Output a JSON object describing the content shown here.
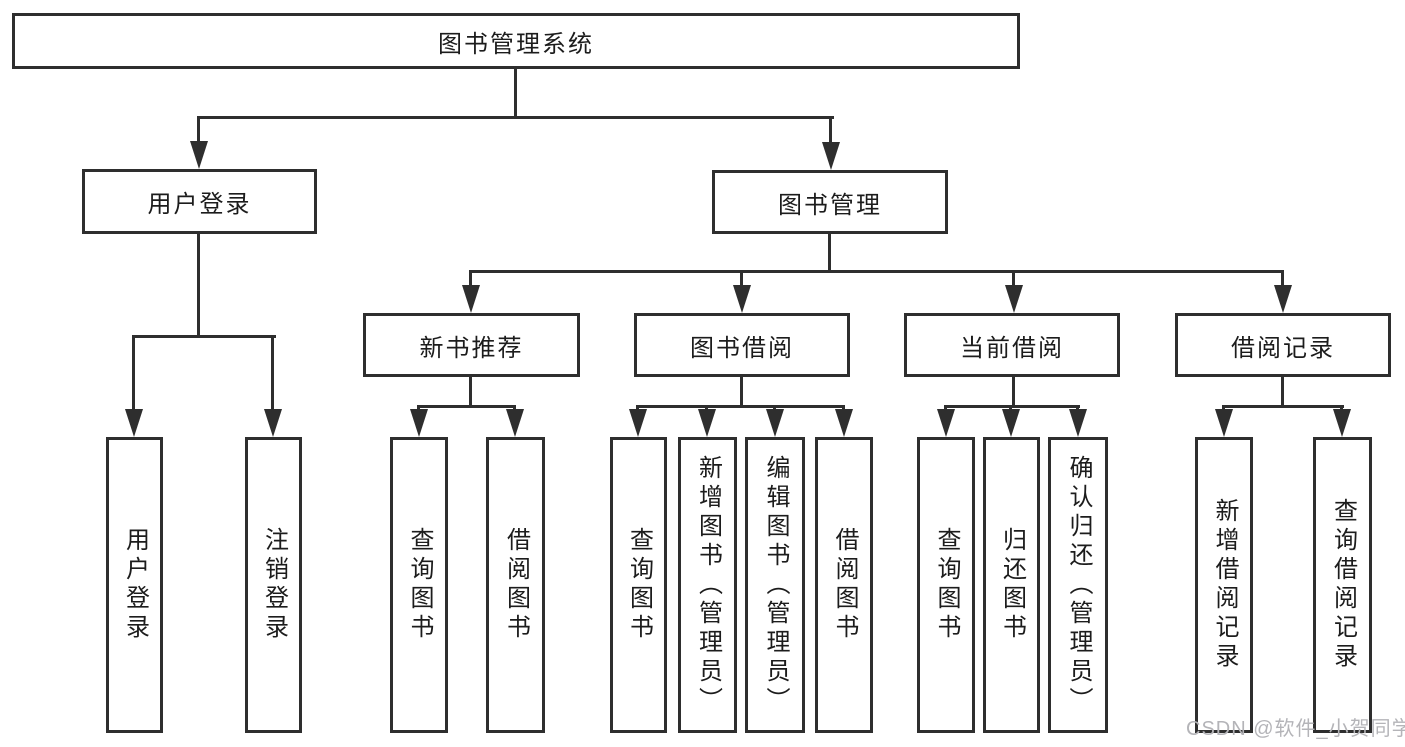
{
  "tree": {
    "root": {
      "label": "图书管理系统",
      "children": [
        {
          "label": "用户登录",
          "children": [
            {
              "label": "用户登录"
            },
            {
              "label": "注销登录"
            }
          ]
        },
        {
          "label": "图书管理",
          "children": [
            {
              "label": "新书推荐",
              "children": [
                {
                  "label": "查询图书"
                },
                {
                  "label": "借阅图书"
                }
              ]
            },
            {
              "label": "图书借阅",
              "children": [
                {
                  "label": "查询图书"
                },
                {
                  "label": "新增图书（管理员）"
                },
                {
                  "label": "编辑图书（管理员）"
                },
                {
                  "label": "借阅图书"
                }
              ]
            },
            {
              "label": "当前借阅",
              "children": [
                {
                  "label": "查询图书"
                },
                {
                  "label": "归还图书"
                },
                {
                  "label": "确认归还（管理员）"
                }
              ]
            },
            {
              "label": "借阅记录",
              "children": [
                {
                  "label": "新增借阅记录"
                },
                {
                  "label": "查询借阅记录"
                }
              ]
            }
          ]
        }
      ]
    }
  },
  "watermark": {
    "label": "CSDN @软件_小贺同学"
  },
  "colors": {
    "line": "#2e2e2e",
    "text": "#1c1c1c",
    "watermark": "#b4b4b8",
    "background": "#ffffff"
  }
}
